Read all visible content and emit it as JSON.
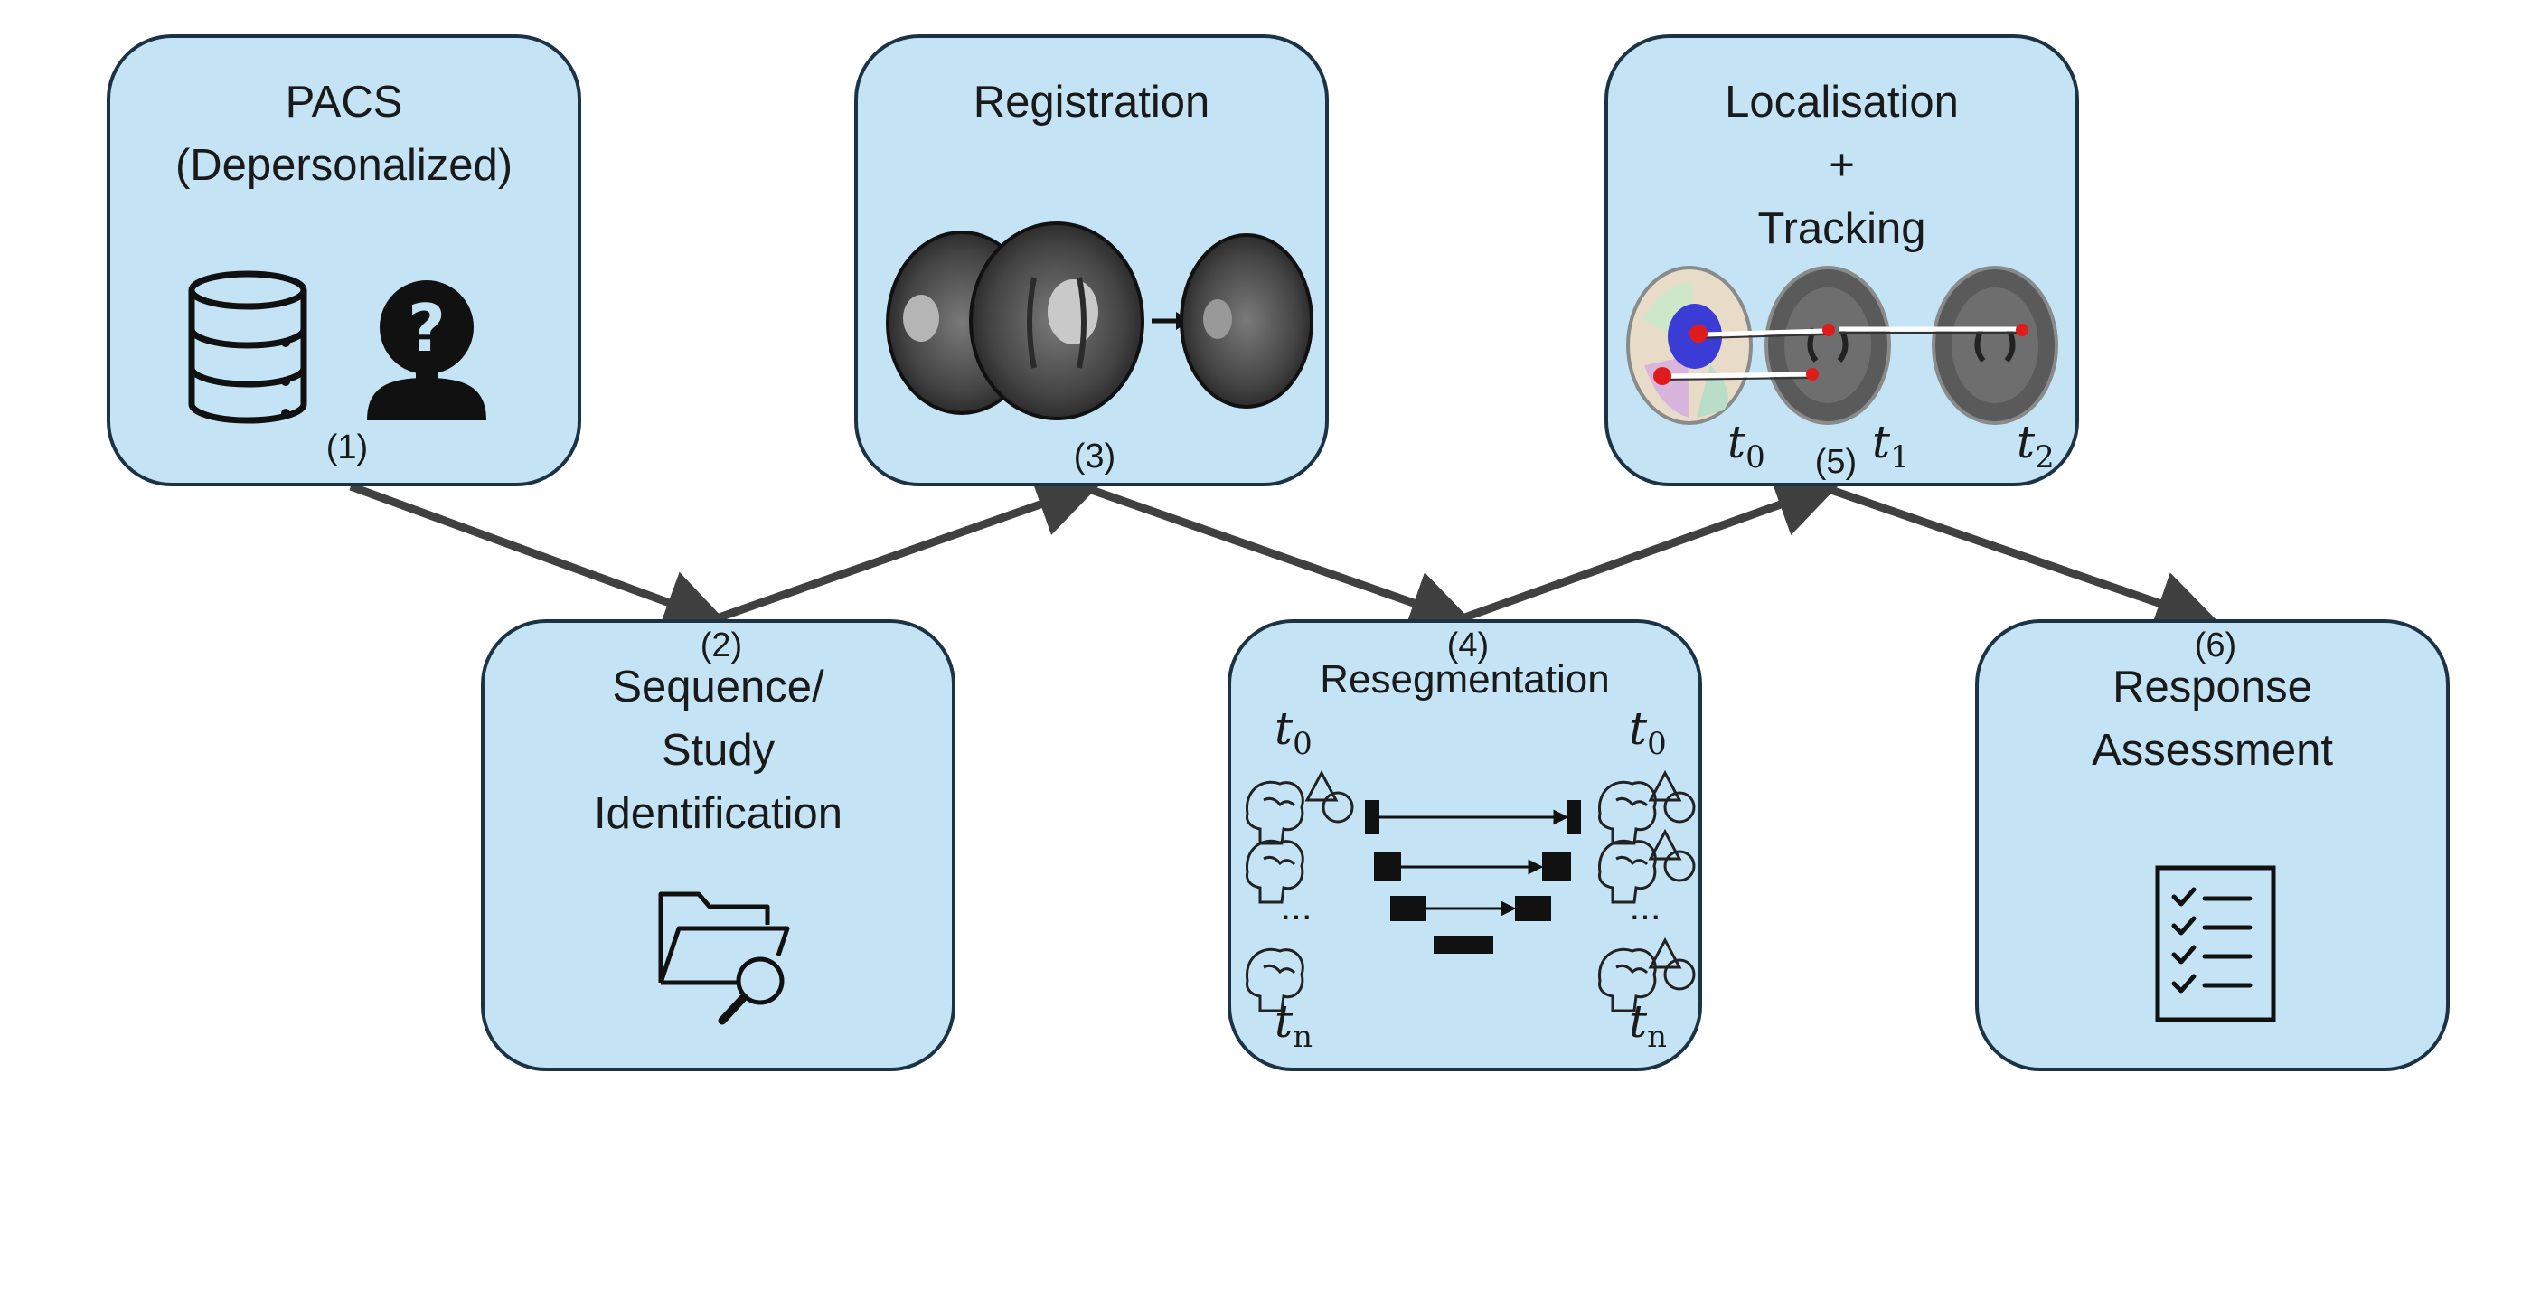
{
  "boxes": {
    "pacs": {
      "title1": "PACS",
      "title2": "(Depersonalized)",
      "step": "(1)"
    },
    "sequence": {
      "title1": "Sequence/",
      "title2": "Study",
      "title3": "Identification",
      "step": "(2)"
    },
    "registration": {
      "title1": "Registration",
      "step": "(3)"
    },
    "resegmentation": {
      "title1": "Resegmentation",
      "step": "(4)",
      "dots_left": "...",
      "dots_right": "..."
    },
    "localisation": {
      "title1": "Localisation",
      "title2": "+",
      "title3": "Tracking",
      "step": "(5)"
    },
    "response": {
      "title1": "Response",
      "title2": "Assessment",
      "step": "(6)"
    }
  },
  "time_labels": {
    "t0": "t",
    "t0_sub": "0",
    "t1": "t",
    "t1_sub": "1",
    "t2": "t",
    "t2_sub": "2",
    "tn": "t",
    "tn_sub": "n"
  },
  "icons": [
    "database-icon",
    "unknown-person-icon",
    "folder-search-icon",
    "brain-icon",
    "shapes-icon",
    "unet-icon",
    "checklist-icon",
    "brain-mri-image",
    "tracking-point"
  ],
  "colors": {
    "box_fill": "#c4e4f5",
    "box_border": "#1c3345",
    "arrow": "#404040",
    "track_point": "#e01b1b",
    "tumor": "#3b3bd6"
  }
}
